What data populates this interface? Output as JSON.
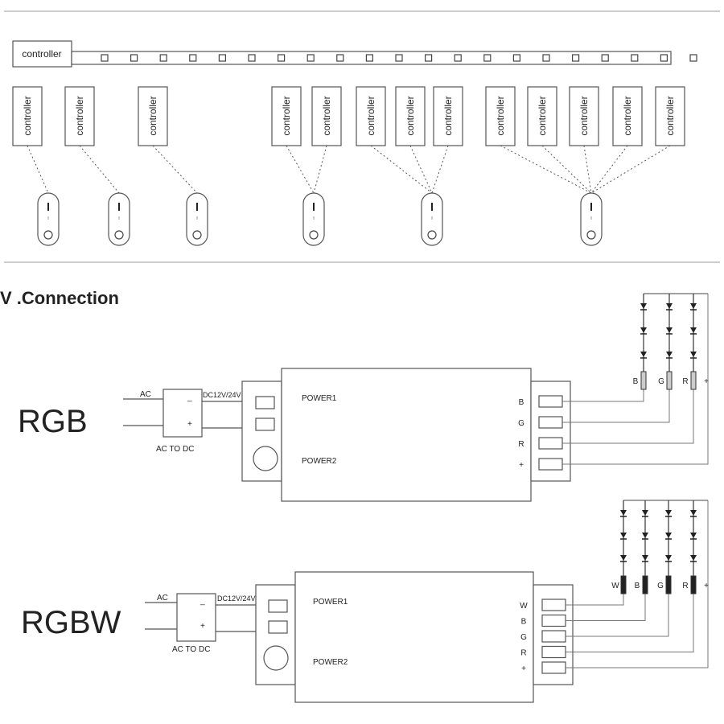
{
  "controller_label": "controller",
  "section_heading": "V .Connection",
  "rgb": {
    "title": "RGB",
    "ac": "AC",
    "dc": "DC12V/24V",
    "minus": "_",
    "plus": "+",
    "converter": "AC TO DC",
    "power1": "POWER1",
    "power2": "POWER2",
    "terminals": [
      "B",
      "G",
      "R",
      "+"
    ],
    "strip_labels": [
      "B",
      "G",
      "R",
      "+"
    ]
  },
  "rgbw": {
    "title": "RGBW",
    "ac": "AC",
    "dc": "DC12V/24V",
    "minus": "_",
    "plus": "+",
    "converter": "AC TO DC",
    "power1": "POWER1",
    "power2": "POWER2",
    "terminals": [
      "W",
      "B",
      "G",
      "R",
      "+"
    ],
    "strip_labels": [
      "W",
      "B",
      "G",
      "R",
      "+"
    ]
  }
}
